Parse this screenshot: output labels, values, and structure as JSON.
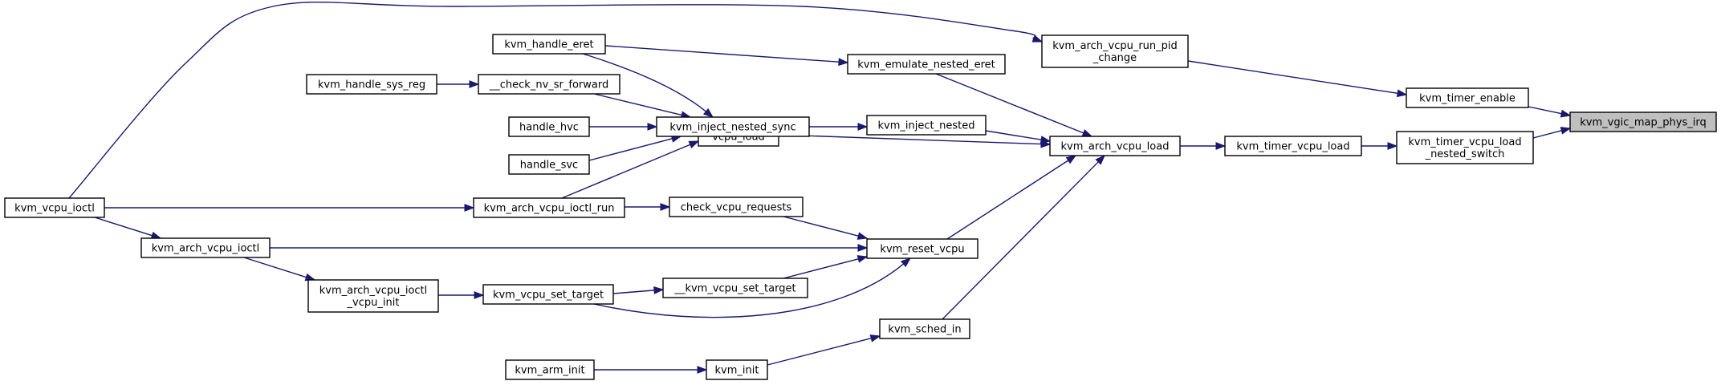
{
  "diagram": {
    "title": "",
    "edge_color": "#191970",
    "highlight_fill": "#bfbfbf",
    "nodes": [
      {
        "id": "kvm_vgic_map_phys_irq",
        "label": [
          "kvm_vgic_map_phys_irq"
        ],
        "highlight": true
      },
      {
        "id": "kvm_timer_enable",
        "label": [
          "kvm_timer_enable"
        ]
      },
      {
        "id": "kvm_timer_vcpu_load_nested_switch",
        "label": [
          "kvm_timer_vcpu_load",
          "_nested_switch"
        ]
      },
      {
        "id": "kvm_arch_vcpu_run_pid_change",
        "label": [
          "kvm_arch_vcpu_run_pid",
          "_change"
        ]
      },
      {
        "id": "kvm_timer_vcpu_load",
        "label": [
          "kvm_timer_vcpu_load"
        ]
      },
      {
        "id": "kvm_arch_vcpu_load",
        "label": [
          "kvm_arch_vcpu_load"
        ]
      },
      {
        "id": "kvm_emulate_nested_eret",
        "label": [
          "kvm_emulate_nested_eret"
        ]
      },
      {
        "id": "kvm_inject_nested",
        "label": [
          "kvm_inject_nested"
        ]
      },
      {
        "id": "vcpu_load",
        "label": [
          "vcpu_load"
        ]
      },
      {
        "id": "kvm_reset_vcpu",
        "label": [
          "kvm_reset_vcpu"
        ]
      },
      {
        "id": "kvm_sched_in",
        "label": [
          "kvm_sched_in"
        ]
      },
      {
        "id": "kvm_handle_eret",
        "label": [
          "kvm_handle_eret"
        ]
      },
      {
        "id": "kvm_inject_nested_sync",
        "label": [
          "kvm_inject_nested_sync"
        ]
      },
      {
        "id": "check_nv_sr_forward",
        "label": [
          "__check_nv_sr_forward"
        ]
      },
      {
        "id": "kvm_handle_sys_reg",
        "label": [
          "kvm_handle_sys_reg"
        ]
      },
      {
        "id": "handle_hvc",
        "label": [
          "handle_hvc"
        ]
      },
      {
        "id": "handle_svc",
        "label": [
          "handle_svc"
        ]
      },
      {
        "id": "kvm_vcpu_ioctl",
        "label": [
          "kvm_vcpu_ioctl"
        ]
      },
      {
        "id": "kvm_arch_vcpu_ioctl_run",
        "label": [
          "kvm_arch_vcpu_ioctl_run"
        ]
      },
      {
        "id": "check_vcpu_requests",
        "label": [
          "check_vcpu_requests"
        ]
      },
      {
        "id": "kvm_arch_vcpu_ioctl",
        "label": [
          "kvm_arch_vcpu_ioctl"
        ]
      },
      {
        "id": "kvm_arch_vcpu_ioctl_vcpu_init",
        "label": [
          "kvm_arch_vcpu_ioctl",
          "_vcpu_init"
        ]
      },
      {
        "id": "kvm_vcpu_set_target",
        "label": [
          "kvm_vcpu_set_target"
        ]
      },
      {
        "id": "__kvm_vcpu_set_target",
        "label": [
          "__kvm_vcpu_set_target"
        ]
      },
      {
        "id": "kvm_init",
        "label": [
          "kvm_init"
        ]
      },
      {
        "id": "kvm_arm_init",
        "label": [
          "kvm_arm_init"
        ]
      }
    ],
    "edges": [
      {
        "from": "kvm_timer_enable",
        "to": "kvm_vgic_map_phys_irq"
      },
      {
        "from": "kvm_timer_vcpu_load_nested_switch",
        "to": "kvm_vgic_map_phys_irq"
      },
      {
        "from": "kvm_arch_vcpu_run_pid_change",
        "to": "kvm_timer_enable"
      },
      {
        "from": "kvm_timer_vcpu_load",
        "to": "kvm_timer_vcpu_load_nested_switch"
      },
      {
        "from": "kvm_vcpu_ioctl",
        "to": "kvm_arch_vcpu_run_pid_change"
      },
      {
        "from": "kvm_arch_vcpu_load",
        "to": "kvm_timer_vcpu_load"
      },
      {
        "from": "kvm_emulate_nested_eret",
        "to": "kvm_arch_vcpu_load"
      },
      {
        "from": "kvm_inject_nested",
        "to": "kvm_arch_vcpu_load"
      },
      {
        "from": "vcpu_load",
        "to": "kvm_arch_vcpu_load"
      },
      {
        "from": "kvm_reset_vcpu",
        "to": "kvm_arch_vcpu_load"
      },
      {
        "from": "kvm_sched_in",
        "to": "kvm_arch_vcpu_load"
      },
      {
        "from": "kvm_handle_eret",
        "to": "kvm_emulate_nested_eret"
      },
      {
        "from": "kvm_inject_nested_sync",
        "to": "kvm_inject_nested"
      },
      {
        "from": "kvm_handle_eret",
        "to": "kvm_inject_nested_sync"
      },
      {
        "from": "check_nv_sr_forward",
        "to": "kvm_inject_nested_sync"
      },
      {
        "from": "handle_hvc",
        "to": "kvm_inject_nested_sync"
      },
      {
        "from": "handle_svc",
        "to": "kvm_inject_nested_sync"
      },
      {
        "from": "kvm_handle_sys_reg",
        "to": "check_nv_sr_forward"
      },
      {
        "from": "kvm_arch_vcpu_ioctl_run",
        "to": "vcpu_load"
      },
      {
        "from": "kvm_vcpu_ioctl",
        "to": "kvm_arch_vcpu_ioctl_run"
      },
      {
        "from": "kvm_arch_vcpu_ioctl_run",
        "to": "check_vcpu_requests"
      },
      {
        "from": "check_vcpu_requests",
        "to": "kvm_reset_vcpu"
      },
      {
        "from": "kvm_arch_vcpu_ioctl",
        "to": "kvm_reset_vcpu"
      },
      {
        "from": "__kvm_vcpu_set_target",
        "to": "kvm_reset_vcpu"
      },
      {
        "from": "kvm_vcpu_set_target",
        "to": "kvm_reset_vcpu"
      },
      {
        "from": "kvm_vcpu_ioctl",
        "to": "kvm_arch_vcpu_ioctl"
      },
      {
        "from": "kvm_arch_vcpu_ioctl",
        "to": "kvm_arch_vcpu_ioctl_vcpu_init"
      },
      {
        "from": "kvm_arch_vcpu_ioctl_vcpu_init",
        "to": "kvm_vcpu_set_target"
      },
      {
        "from": "kvm_vcpu_set_target",
        "to": "__kvm_vcpu_set_target"
      },
      {
        "from": "kvm_init",
        "to": "kvm_sched_in"
      },
      {
        "from": "kvm_arm_init",
        "to": "kvm_init"
      }
    ]
  }
}
